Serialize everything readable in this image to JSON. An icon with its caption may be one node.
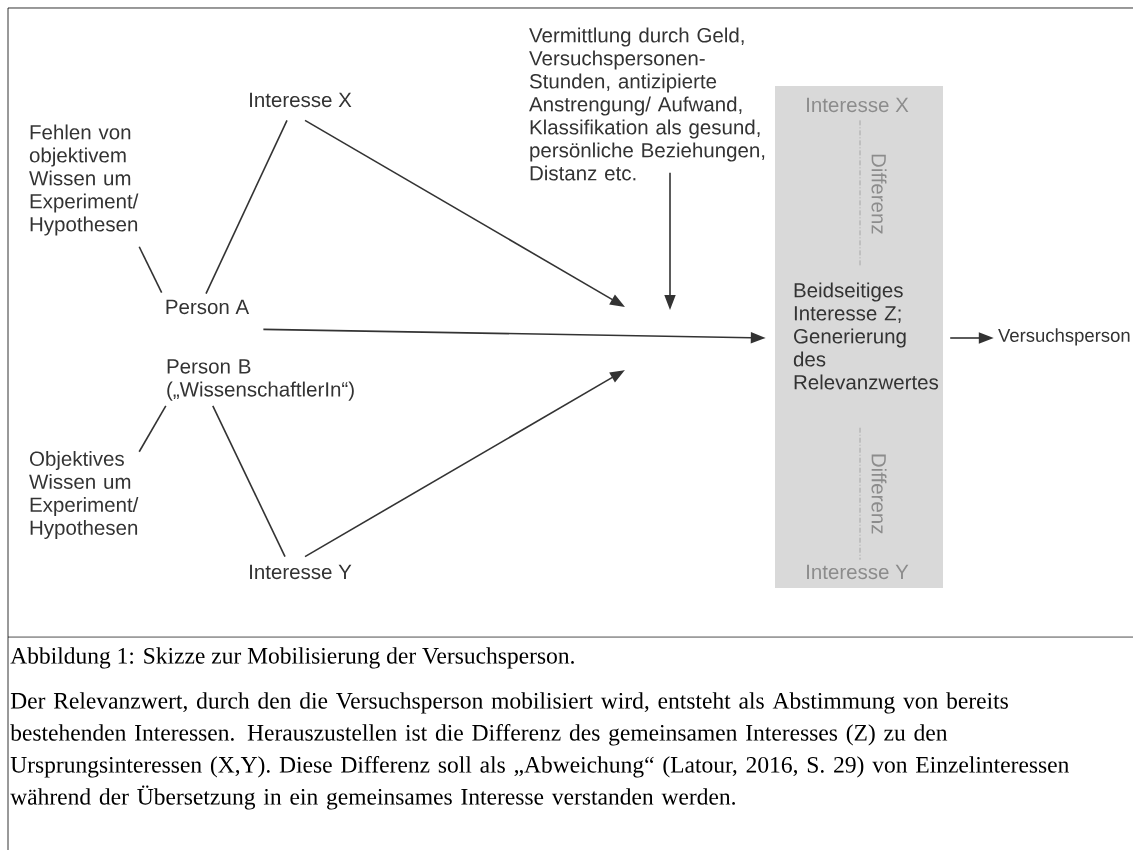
{
  "diagram": {
    "caption": "Abbildung 1: Skizze zur Mobilisierung der Versuchsperson.",
    "nodes": [
      {
        "text": [
          "Fehlen von objektivem Wissen um Experiment/ Hypothesen"
        ]
      },
      {
        "text": [
          "Interesse X"
        ]
      },
      {
        "text": [
          "Person A"
        ]
      },
      {
        "text": [
          "Person B („WissenschaftlerIn“)"
        ]
      },
      {
        "text": [
          "Objektives Wissen um Experiment/ Hypothesen"
        ]
      },
      {
        "text": [
          "Interesse Y"
        ]
      },
      {
        "text": [
          "Vermittlung durch Geld, Versuchspersonen-Stunden, antizipierte Anstrengung/ Aufwand, Klassifikation als gesund, persönliche Beziehungen, Distanz etc."
        ]
      },
      {
        "text": [],
        "shape": "box"
      },
      {
        "text": [
          "Interesse X"
        ],
        "in": 7
      },
      {
        "text": [
          "Beidseitiges Interesse Z; Generierung des Relevanzwertes"
        ],
        "in": 7
      },
      {
        "text": [
          "Interesse Y"
        ],
        "in": 7
      },
      {
        "text": [
          "Versuchsperson"
        ]
      }
    ],
    "edges": [
      {
        "from": 0,
        "to": 2,
        "arrow": "none"
      },
      {
        "from": 1,
        "to": 2,
        "arrow": "none"
      },
      {
        "from": 3,
        "to": 4,
        "arrow": "none"
      },
      {
        "from": 3,
        "to": 5,
        "arrow": "none"
      },
      {
        "from": 1,
        "to": null,
        "arrow": "to"
      },
      {
        "from": 6,
        "to": null,
        "arrow": "to"
      },
      {
        "from": 5,
        "to": null,
        "arrow": "to"
      },
      {
        "from": 2,
        "to": 7,
        "arrow": "to"
      },
      {
        "from": 7,
        "to": 11,
        "arrow": "to"
      },
      {
        "from": 8,
        "to": 9,
        "arrow": "none",
        "label": "Differenz",
        "style": "dashed",
        "color": "#999999"
      },
      {
        "from": 9,
        "to": 10,
        "arrow": "none",
        "label": "Differenz",
        "style": "dashed",
        "color": "#999999"
      }
    ],
    "labels": [
      "Der Relevanzwert, durch den die Versuchsperson mobilisiert wird, entsteht als Abstimmung von bereits bestehenden Interessen. Herauszustellen ist die Differenz des gemeinsamen Interesses (Z) zu den Ursprungsinteressen (X,Y). Diese Differenz soll als „Abweichung“ (Latour, 2016, S. 29) von Einzelinteressen während der Übersetzung in ein gemeinsames Interesse verstanden werden."
    ]
  }
}
